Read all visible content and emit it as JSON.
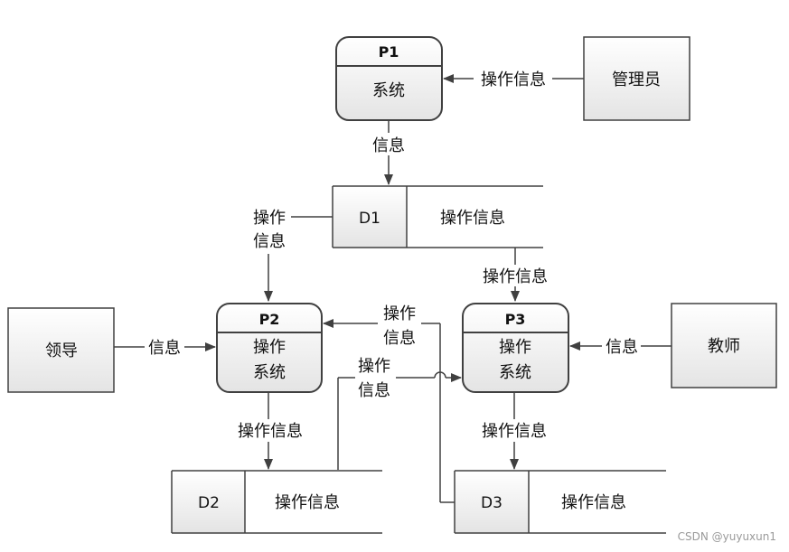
{
  "processes": {
    "p1": {
      "id": "P1",
      "line1": "系统",
      "line2": ""
    },
    "p2": {
      "id": "P2",
      "line1": "操作",
      "line2": "系统"
    },
    "p3": {
      "id": "P3",
      "line1": "操作",
      "line2": "系统"
    }
  },
  "entities": {
    "admin": "管理员",
    "leader": "领导",
    "teacher": "教师"
  },
  "stores": {
    "d1": {
      "id": "D1",
      "label": "操作信息"
    },
    "d2": {
      "id": "D2",
      "label": "操作信息"
    },
    "d3": {
      "id": "D3",
      "label": "操作信息"
    }
  },
  "flows": {
    "admin_to_p1": "操作信息",
    "p1_to_d1": "信息",
    "d1_to_p2_l1": "操作",
    "d1_to_p2_l2": "信息",
    "d1_to_p3": "操作信息",
    "leader_to_p2": "信息",
    "d3_to_p2_l1": "操作",
    "d3_to_p2_l2": "信息",
    "d2_to_p3_l1": "操作",
    "d2_to_p3_l2": "信息",
    "teacher_to_p3": "信息",
    "p2_to_d2": "操作信息",
    "p3_to_d3": "操作信息"
  },
  "watermark": "CSDN @yuyuxun1"
}
